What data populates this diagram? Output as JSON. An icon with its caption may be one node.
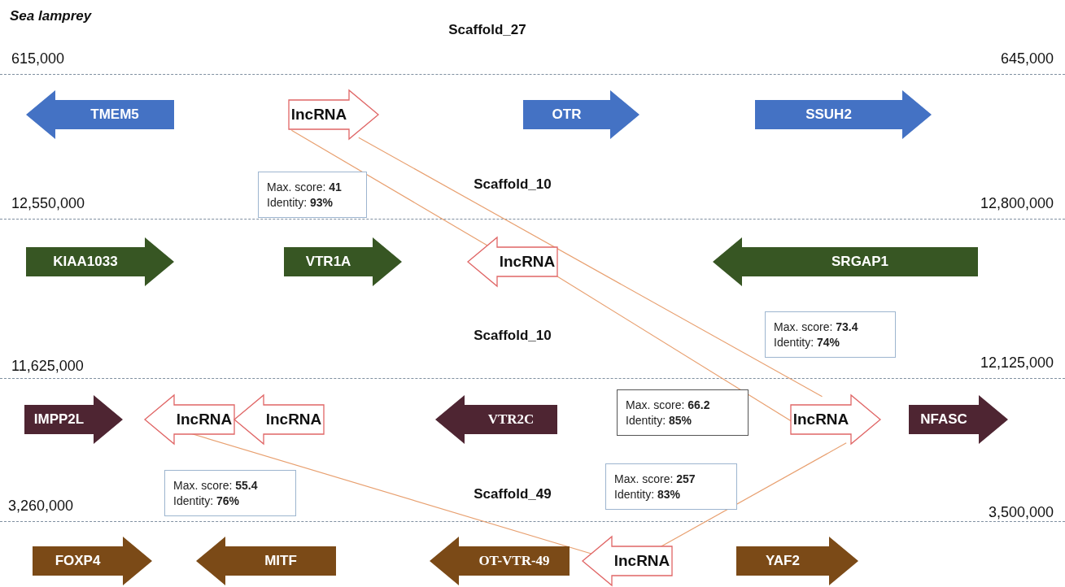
{
  "diagram": {
    "title": "Sea lamprey",
    "nodes": [
      {
        "text": [
          "TMEM5"
        ]
      },
      {
        "text": [
          "lncRNA"
        ]
      },
      {
        "text": [
          "OTR"
        ]
      },
      {
        "text": [
          "SSUH2"
        ]
      },
      {
        "text": [
          "Max. score: **41**",
          "Identity: **93%**"
        ]
      },
      {
        "text": [
          "KIAA1033"
        ]
      },
      {
        "text": [
          "VTR1A"
        ]
      },
      {
        "text": [
          "lncRNA"
        ]
      },
      {
        "text": [
          "SRGAP1"
        ]
      },
      {
        "text": [
          "Max. score: **73.4**",
          "Identity: **74%**"
        ]
      },
      {
        "text": [
          "IMPP2L"
        ]
      },
      {
        "text": [
          "lncRNA"
        ]
      },
      {
        "text": [
          "lncRNA"
        ]
      },
      {
        "text": [
          "VTR2C"
        ]
      },
      {
        "text": [
          "Max. score: **66.2**",
          "Identity: **85%**"
        ]
      },
      {
        "text": [
          "lncRNA"
        ]
      },
      {
        "text": [
          "NFASC"
        ]
      },
      {
        "text": [
          "Max. score: **55.4**",
          "Identity: **76%**"
        ]
      },
      {
        "text": [
          "Max. score: **257**",
          "Identity: **83%**"
        ]
      },
      {
        "text": [
          "FOXP4"
        ]
      },
      {
        "text": [
          "MITF"
        ]
      },
      {
        "text": [
          "OT-VTR-49"
        ]
      },
      {
        "text": [
          "lncRNA"
        ]
      },
      {
        "text": [
          "YAF2"
        ]
      }
    ],
    "edges": [
      {
        "from": 1,
        "to": 7,
        "arrow": "none"
      },
      {
        "from": 1,
        "to": 15,
        "arrow": "none"
      },
      {
        "from": 7,
        "to": 15,
        "arrow": "none"
      },
      {
        "from": 11,
        "to": 22,
        "arrow": "none"
      },
      {
        "from": 15,
        "to": 22,
        "arrow": "none"
      }
    ],
    "labels": [
      "Scaffold_27",
      "615,000",
      "645,000",
      "Scaffold_10",
      "12,550,000",
      "12,800,000",
      "Scaffold_10",
      "11,625,000",
      "12,125,000",
      "Scaffold_49",
      "3,260,000",
      "3,500,000"
    ]
  }
}
